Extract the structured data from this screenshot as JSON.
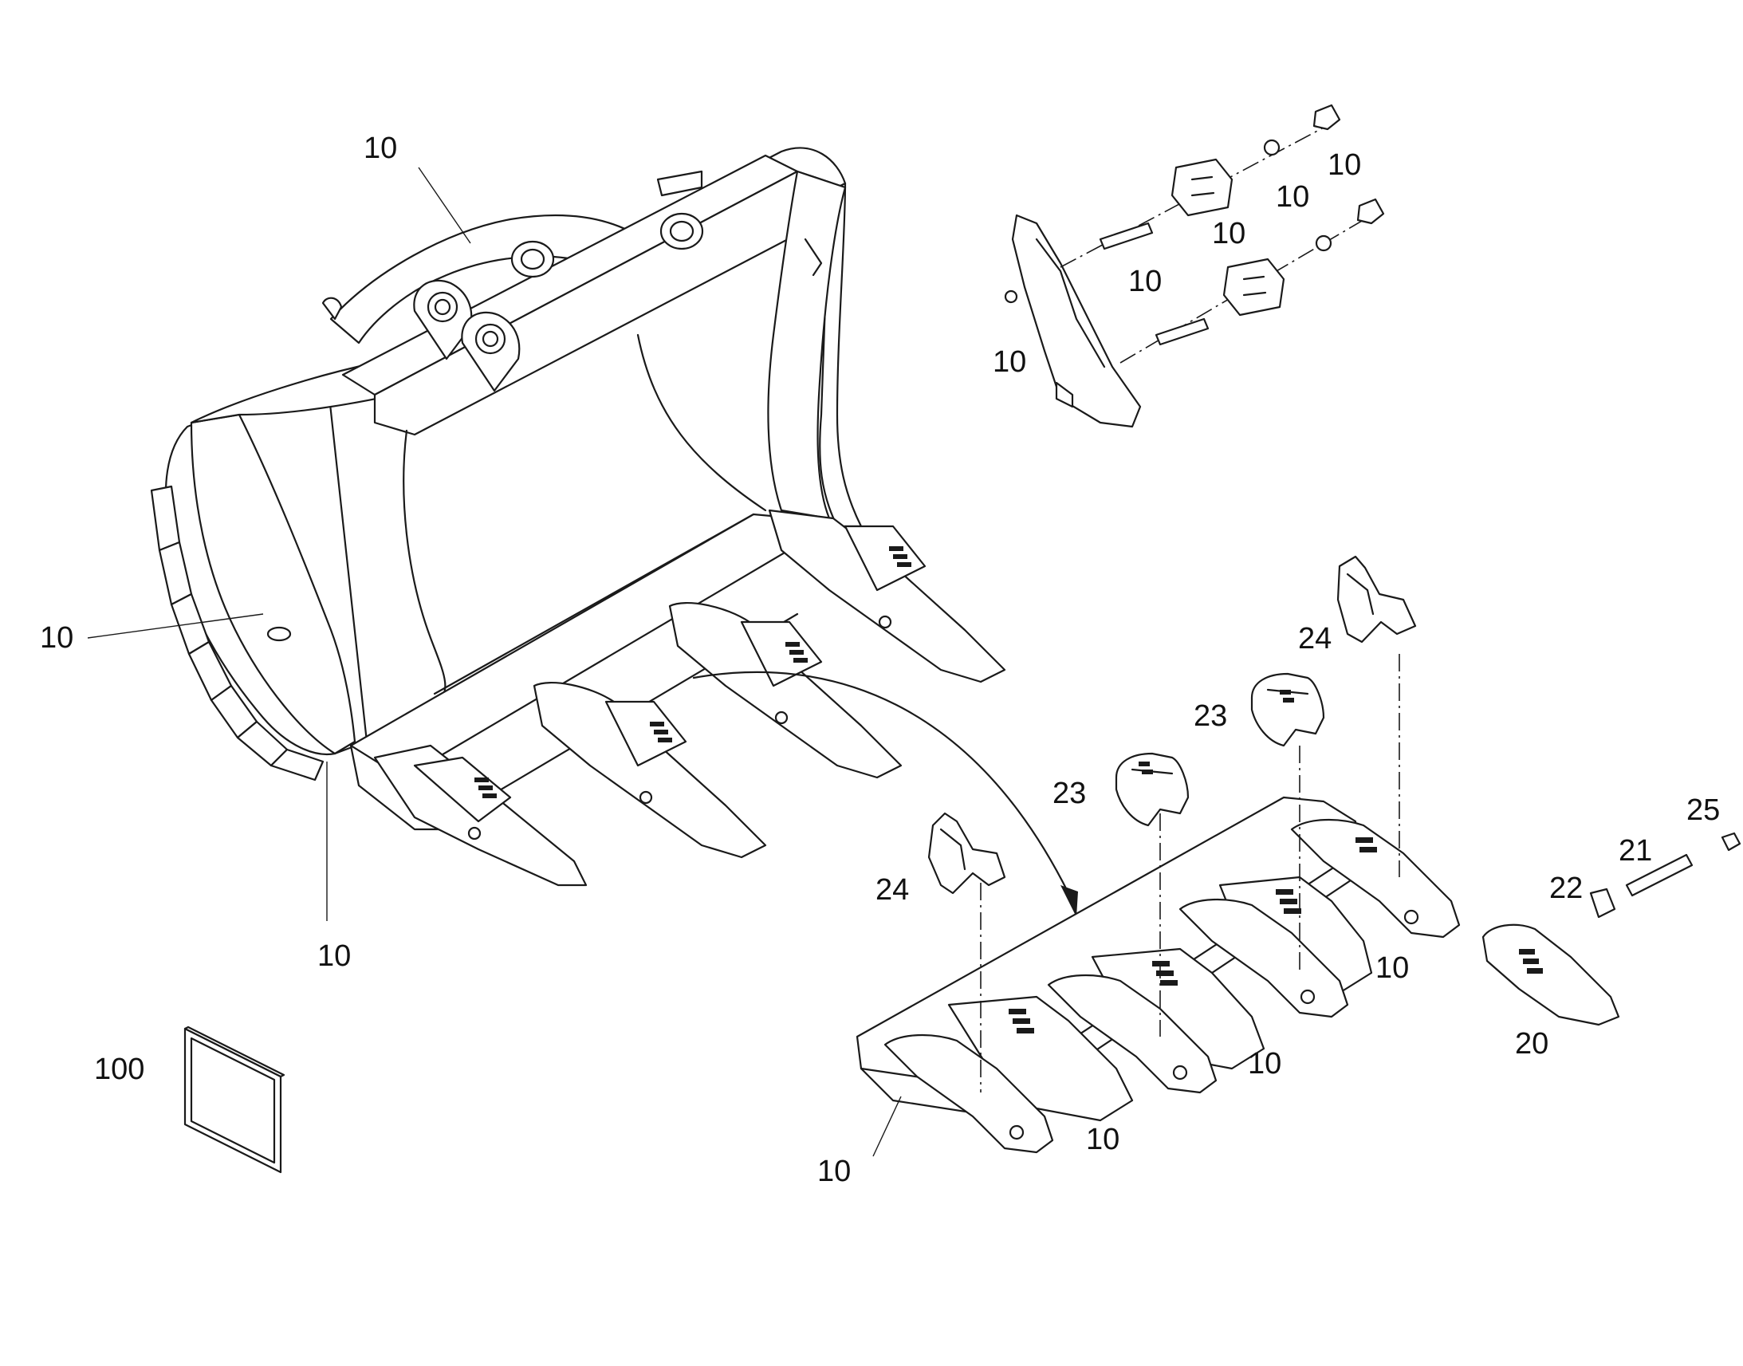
{
  "callouts": {
    "bucket_top": "10",
    "bucket_side": "10",
    "bucket_bottom": "10",
    "lock_a": "10",
    "lock_b": "10",
    "lock_c": "10",
    "lock_d": "10",
    "lock_e": "10",
    "lip_left": "10",
    "lip_mid1": "10",
    "lip_mid2": "10",
    "lip_right": "10",
    "shroud_23a": "23",
    "shroud_23b": "23",
    "shroud_24a": "24",
    "shroud_24b": "24",
    "tooth": "20",
    "pin": "21",
    "retainer": "22",
    "pin_cap": "25",
    "manual": "100"
  }
}
